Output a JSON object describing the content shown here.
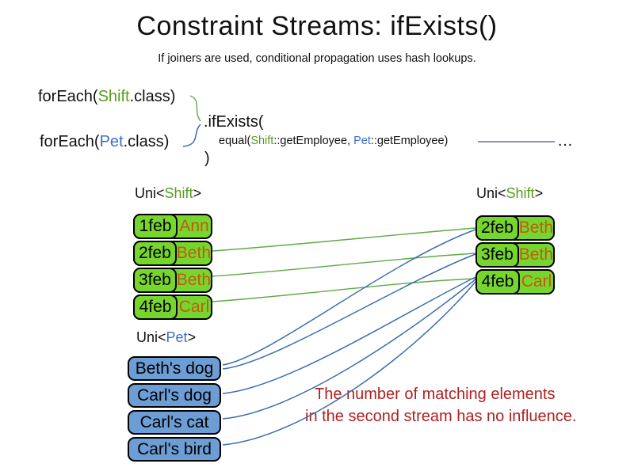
{
  "colors": {
    "ink": "#111111",
    "green-box": "#77d62e",
    "green-text": "#579d1c",
    "green-line": "#5faa46",
    "blue-box": "#6d9dd5",
    "blue-text": "#3a6ec9",
    "blue-line": "#3c6eb0",
    "orange-text": "#c45911",
    "red-text": "#b02020",
    "purple-line": "#604a7b"
  },
  "header": {
    "title": "Constraint Streams: ifExists()",
    "subtitle": "If joiners are used, conditional propagation uses hash lookups."
  },
  "code": {
    "foreach_shift": {
      "prefix": "forEach(",
      "class_name": "Shift",
      "suffix": ".class)"
    },
    "foreach_pet": {
      "prefix": "forEach(",
      "class_name": "Pet",
      "suffix": ".class)"
    },
    "if_exists_open": ".ifExists(",
    "equal": {
      "prefix": "equal(",
      "shift_ref": "Shift",
      "mid": "::getEmployee, ",
      "pet_ref": "Pet",
      "suffix": "::getEmployee)"
    },
    "ellipsis": "…",
    "close_paren": ")"
  },
  "left_shift_table": {
    "title": {
      "prefix": "Uni<",
      "type": "Shift",
      "suffix": ">"
    },
    "rows": [
      {
        "date": "1feb",
        "name": "Ann"
      },
      {
        "date": "2feb",
        "name": "Beth"
      },
      {
        "date": "3feb",
        "name": "Beth"
      },
      {
        "date": "4feb",
        "name": "Carl"
      }
    ]
  },
  "right_shift_table": {
    "title": {
      "prefix": "Uni<",
      "type": "Shift",
      "suffix": ">"
    },
    "rows": [
      {
        "date": "2feb",
        "name": "Beth"
      },
      {
        "date": "3feb",
        "name": "Beth"
      },
      {
        "date": "4feb",
        "name": "Carl"
      }
    ]
  },
  "pet_table": {
    "title": {
      "prefix": "Uni<",
      "type": "Pet",
      "suffix": ">"
    },
    "rows": [
      {
        "label": "Beth's dog"
      },
      {
        "label": "Carl's dog"
      },
      {
        "label": "Carl's cat"
      },
      {
        "label": "Carl's bird"
      }
    ]
  },
  "annotation": {
    "line1": "The number of matching elements",
    "line2": "in the second stream has no influence."
  }
}
